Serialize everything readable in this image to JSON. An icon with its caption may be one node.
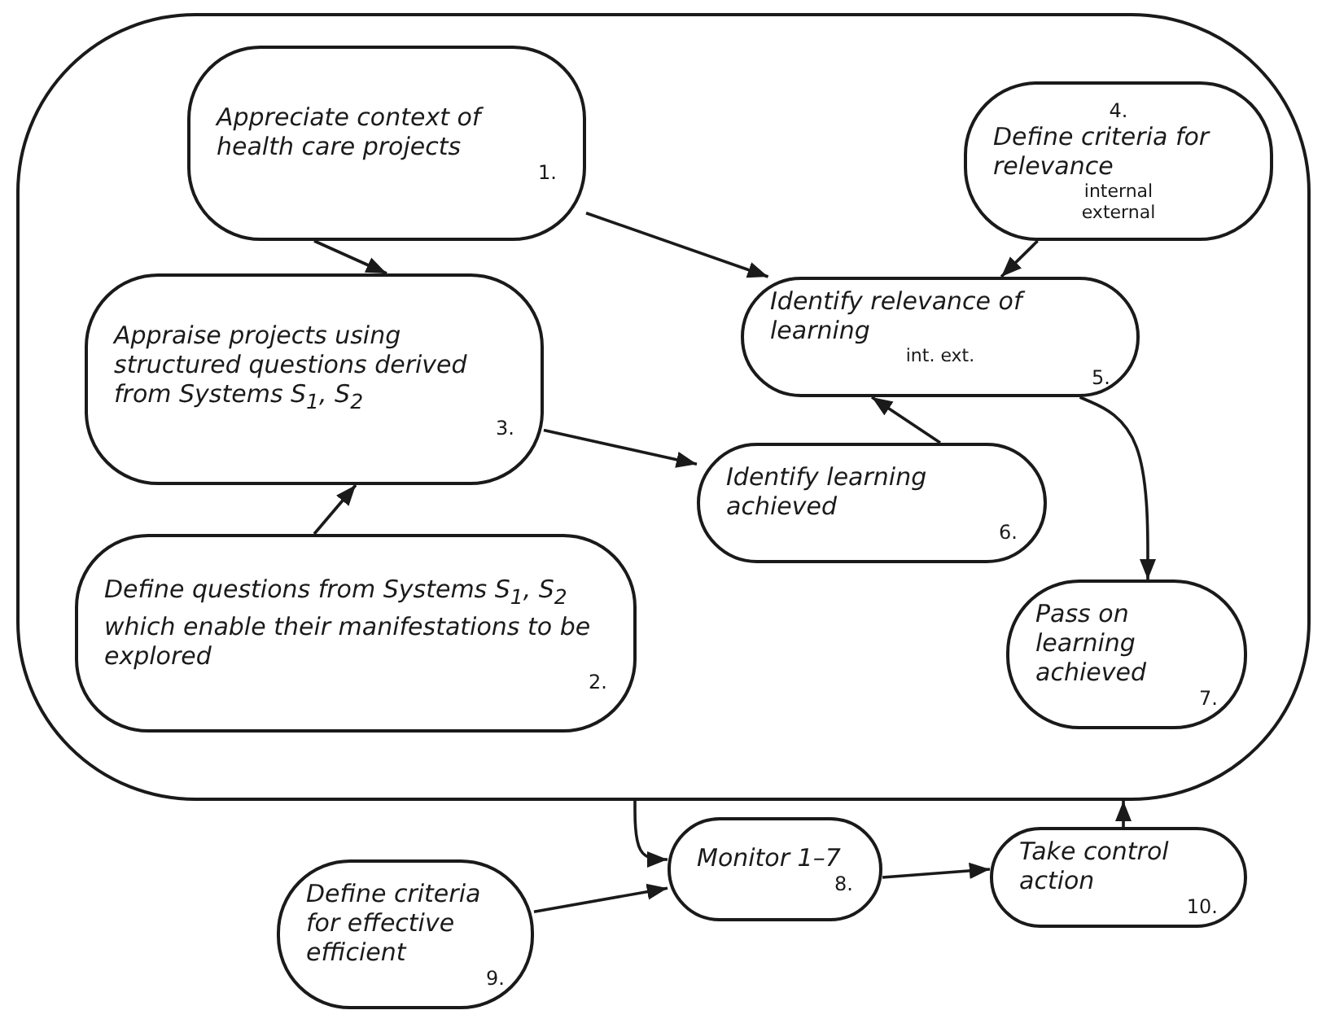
{
  "diagram": {
    "nodes": [
      {
        "text": [],
        "shape": "box"
      },
      {
        "text": [
          "Appreciate context of health care projects",
          "1."
        ],
        "in": 0
      },
      {
        "text": [
          "4.",
          "Define criteria for relevance",
          "internal",
          "external"
        ],
        "in": 0
      },
      {
        "text": [
          "Appraise projects using structured questions derived from Systems S$_{1}$, S$_{2}$",
          "3."
        ],
        "in": 0
      },
      {
        "text": [
          "Identify relevance of learning",
          "int. ext.",
          "5."
        ],
        "in": 0
      },
      {
        "text": [
          "Identify learning achieved",
          "6."
        ],
        "in": 0
      },
      {
        "text": [
          "Define questions from Systems S$_{1}$, S$_{2}$ which enable their manifestations to be explored",
          "2."
        ],
        "in": 0
      },
      {
        "text": [
          "Pass on learning achieved",
          "7."
        ],
        "in": 0
      },
      {
        "text": [
          "Monitor 1–7",
          "8."
        ]
      },
      {
        "text": [
          "Define criteria for effective efficient",
          "9."
        ]
      },
      {
        "text": [
          "Take control action",
          "10."
        ]
      }
    ],
    "edges": [
      {
        "from": 1,
        "to": 3,
        "arrow": "to"
      },
      {
        "from": 1,
        "to": 4,
        "arrow": "to"
      },
      {
        "from": 2,
        "to": 4,
        "arrow": "to"
      },
      {
        "from": 3,
        "to": 5,
        "arrow": "to"
      },
      {
        "from": 5,
        "to": 4,
        "arrow": "to"
      },
      {
        "from": 6,
        "to": 3,
        "arrow": "to"
      },
      {
        "from": 4,
        "to": 7,
        "arrow": "to"
      },
      {
        "from": 0,
        "to": 8,
        "arrow": "to"
      },
      {
        "from": 9,
        "to": 8,
        "arrow": "to"
      },
      {
        "from": 8,
        "to": 10,
        "arrow": "to"
      },
      {
        "from": 10,
        "to": 0,
        "arrow": "to"
      }
    ]
  }
}
